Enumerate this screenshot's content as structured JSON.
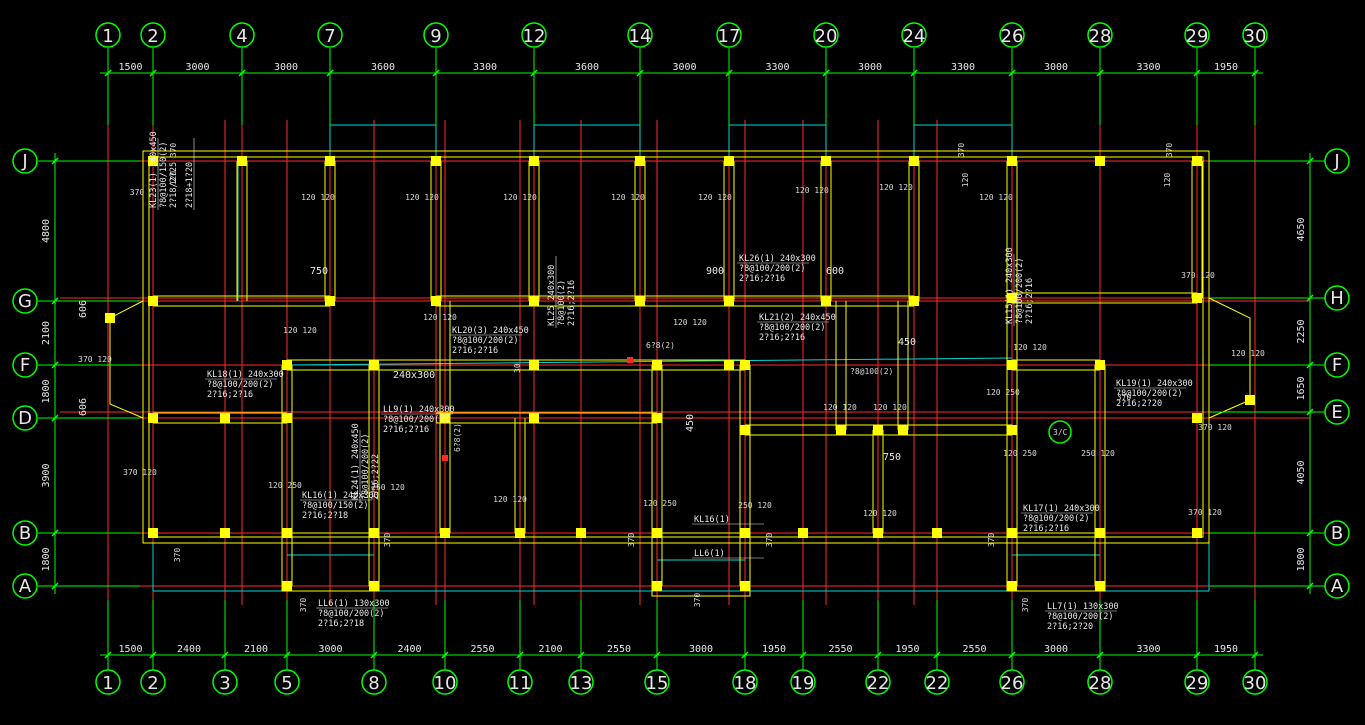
{
  "colors": {
    "background": "#000000",
    "axis": "#00ff00",
    "gridline": "#ff2a2a",
    "wall": "#ffff00",
    "column": "#ffff00",
    "secondary": "#00d8d8",
    "text": "#e8e8e8"
  },
  "top_axes": [
    {
      "label": "1",
      "dim": "1500"
    },
    {
      "label": "2",
      "dim": "3000"
    },
    {
      "label": "4",
      "dim": "3000"
    },
    {
      "label": "7",
      "dim": "3600"
    },
    {
      "label": "9",
      "dim": "3300"
    },
    {
      "label": "12",
      "dim": "3600"
    },
    {
      "label": "14",
      "dim": "3000"
    },
    {
      "label": "17",
      "dim": "3300"
    },
    {
      "label": "20",
      "dim": "3000"
    },
    {
      "label": "24",
      "dim": "3300"
    },
    {
      "label": "26",
      "dim": "3000"
    },
    {
      "label": "28",
      "dim": "3300"
    },
    {
      "label": "29",
      "dim": "1950"
    },
    {
      "label": "30",
      "dim": ""
    }
  ],
  "bottom_axes": [
    {
      "label": "1",
      "dim": "1500"
    },
    {
      "label": "2",
      "dim": "2400"
    },
    {
      "label": "3",
      "dim": "2100"
    },
    {
      "label": "5",
      "dim": "3000"
    },
    {
      "label": "8",
      "dim": "2400"
    },
    {
      "label": "10",
      "dim": "2550"
    },
    {
      "label": "11",
      "dim": "2100"
    },
    {
      "label": "13",
      "dim": "2550"
    },
    {
      "label": "15",
      "dim": "3000"
    },
    {
      "label": "18",
      "dim": "1950"
    },
    {
      "label": "19",
      "dim": "2550"
    },
    {
      "label": "22",
      "dim": "1950"
    },
    {
      "label": "22",
      "dim": "2550"
    },
    {
      "label": "26",
      "dim": "3000"
    },
    {
      "label": "28",
      "dim": "3300"
    },
    {
      "label": "29",
      "dim": "1950"
    },
    {
      "label": "30",
      "dim": ""
    }
  ],
  "left_axes": [
    {
      "label": "J",
      "dim": "4800"
    },
    {
      "label": "G",
      "dim": "2100"
    },
    {
      "label": "F",
      "dim": "1800"
    },
    {
      "label": "D",
      "dim": "3900"
    },
    {
      "label": "B",
      "dim": "1800"
    },
    {
      "label": "A",
      "dim": ""
    }
  ],
  "right_axes": [
    {
      "label": "J",
      "dim": "4650"
    },
    {
      "label": "H",
      "dim": "2250"
    },
    {
      "label": "F",
      "dim": "1650"
    },
    {
      "label": "E",
      "dim": "4050"
    },
    {
      "label": "B",
      "dim": "1800"
    },
    {
      "label": "A",
      "dim": ""
    }
  ],
  "annotations": [
    {
      "lines": [
        "KL23(1) 240x450",
        "?8@100/150(2)",
        "2?18/2?25"
      ],
      "rotate": true
    },
    {
      "lines": [
        "2?18+1?20"
      ],
      "rotate": true
    },
    {
      "lines": [
        "KL26(1)  240x300",
        "?8@100/200(2)",
        "2?16;2?16"
      ],
      "rotate": false
    },
    {
      "lines": [
        "KL21(2)  240x450",
        "?8@100/200(2)",
        "2?16;2?16"
      ],
      "rotate": false
    },
    {
      "lines": [
        "KL20(3)  240x450",
        "?8@100/200(2)",
        "2?16;2?16"
      ],
      "rotate": false
    },
    {
      "lines": [
        "KL25  240x300",
        "?8@100(2)",
        "2?16;2?16"
      ],
      "rotate": true
    },
    {
      "lines": [
        "KL15(1)  240x300",
        "?8@100/200(2)",
        "2?16;2?16"
      ],
      "rotate": true
    },
    {
      "lines": [
        "KL18(1)  240x300",
        "?8@100/200(2)",
        "2?16;2?16"
      ],
      "rotate": false
    },
    {
      "lines": [
        "LL9(1)  240x300",
        "?8@100/200(2)",
        "2?16;2?16"
      ],
      "rotate": false
    },
    {
      "lines": [
        "KL19(1)  240x300",
        "?8@100/200(2)",
        "2?16;2?20"
      ],
      "rotate": false
    },
    {
      "lines": [
        "KL16(1)  240x300",
        "?8@100/150(2)",
        "2?16;2?18"
      ],
      "rotate": false
    },
    {
      "lines": [
        "KL24(1)  240x450",
        "?8@100/200(2)",
        "2?16;2?22"
      ],
      "rotate": true
    },
    {
      "lines": [
        "KL17(1)  240x300",
        "?8@100/200(2)",
        "2?16;2?16"
      ],
      "rotate": false
    },
    {
      "lines": [
        "LL6(1)  130x300",
        "?8@100/200(2)",
        "2?16;2?18"
      ],
      "rotate": false
    },
    {
      "lines": [
        "LL7(1)  130x300",
        "?8@100/200(2)",
        "2?16;2?20"
      ],
      "rotate": false
    },
    {
      "lines": [
        "KL16(1)"
      ],
      "rotate": false
    },
    {
      "lines": [
        "LL6(1)"
      ],
      "rotate": false
    }
  ],
  "labels": {
    "d750a": "750",
    "d750b": "750",
    "d900": "900",
    "d600": "600",
    "d450a": "450",
    "d450b": "450",
    "d606a": "606",
    "d606b": "606",
    "c240x300": "240x300",
    "r678a": "6?8(2)",
    "r678b": "6?8(2)",
    "r8100": "?8@100(2)",
    "axis3c": "3/C",
    "w370": "370",
    "w120": "120",
    "w250": "250",
    "w120pair": "120 120",
    "w370pair": "370  120",
    "w250pair": "250  120",
    "w120_250": "120  250",
    "d30": "30"
  }
}
